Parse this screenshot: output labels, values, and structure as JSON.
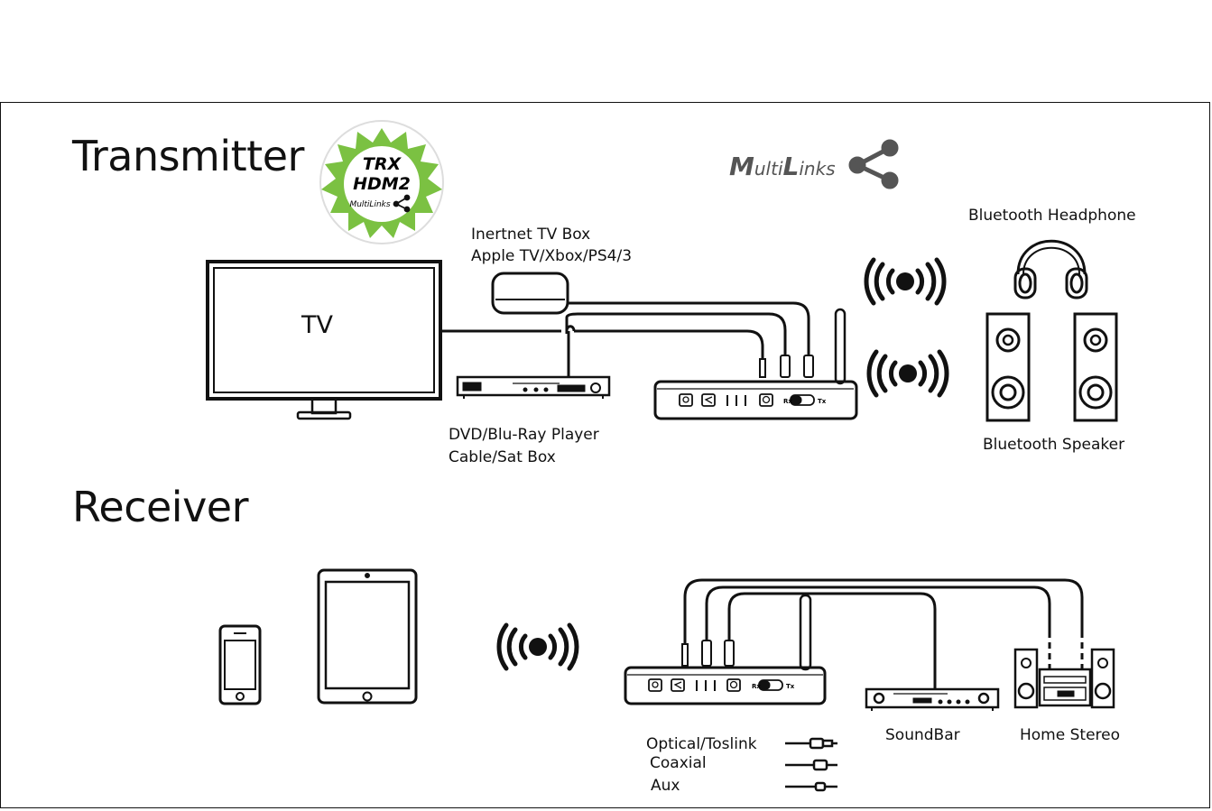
{
  "sections": {
    "transmitter_title": "Transmitter",
    "receiver_title": "Receiver"
  },
  "badge": {
    "line1": "TRX",
    "line2": "HDM2",
    "brand": "MultiLinks"
  },
  "brand_logo": {
    "m": "M",
    "ulti": "ulti",
    "l": "L",
    "inks": "inks"
  },
  "transmitter": {
    "tv_label": "TV",
    "tv_box_line1": "Inertnet TV Box",
    "tv_box_line2": "Apple TV/Xbox/PS4/3",
    "dvd_line1": "DVD/Blu-Ray Player",
    "dvd_line2": "Cable/Sat Box",
    "headphone_label": "Bluetooth Headphone",
    "speaker_label": "Bluetooth Speaker",
    "switch_rx": "Rx",
    "switch_tx": "Tx"
  },
  "receiver": {
    "soundbar_label": "SoundBar",
    "stereo_label": "Home Stereo"
  },
  "legend": {
    "items": [
      "Optical/Toslink",
      "Coaxial",
      "Aux"
    ]
  },
  "colors": {
    "line": "#111111",
    "badge_green": "#7bc142",
    "logo_gray": "#555555"
  }
}
